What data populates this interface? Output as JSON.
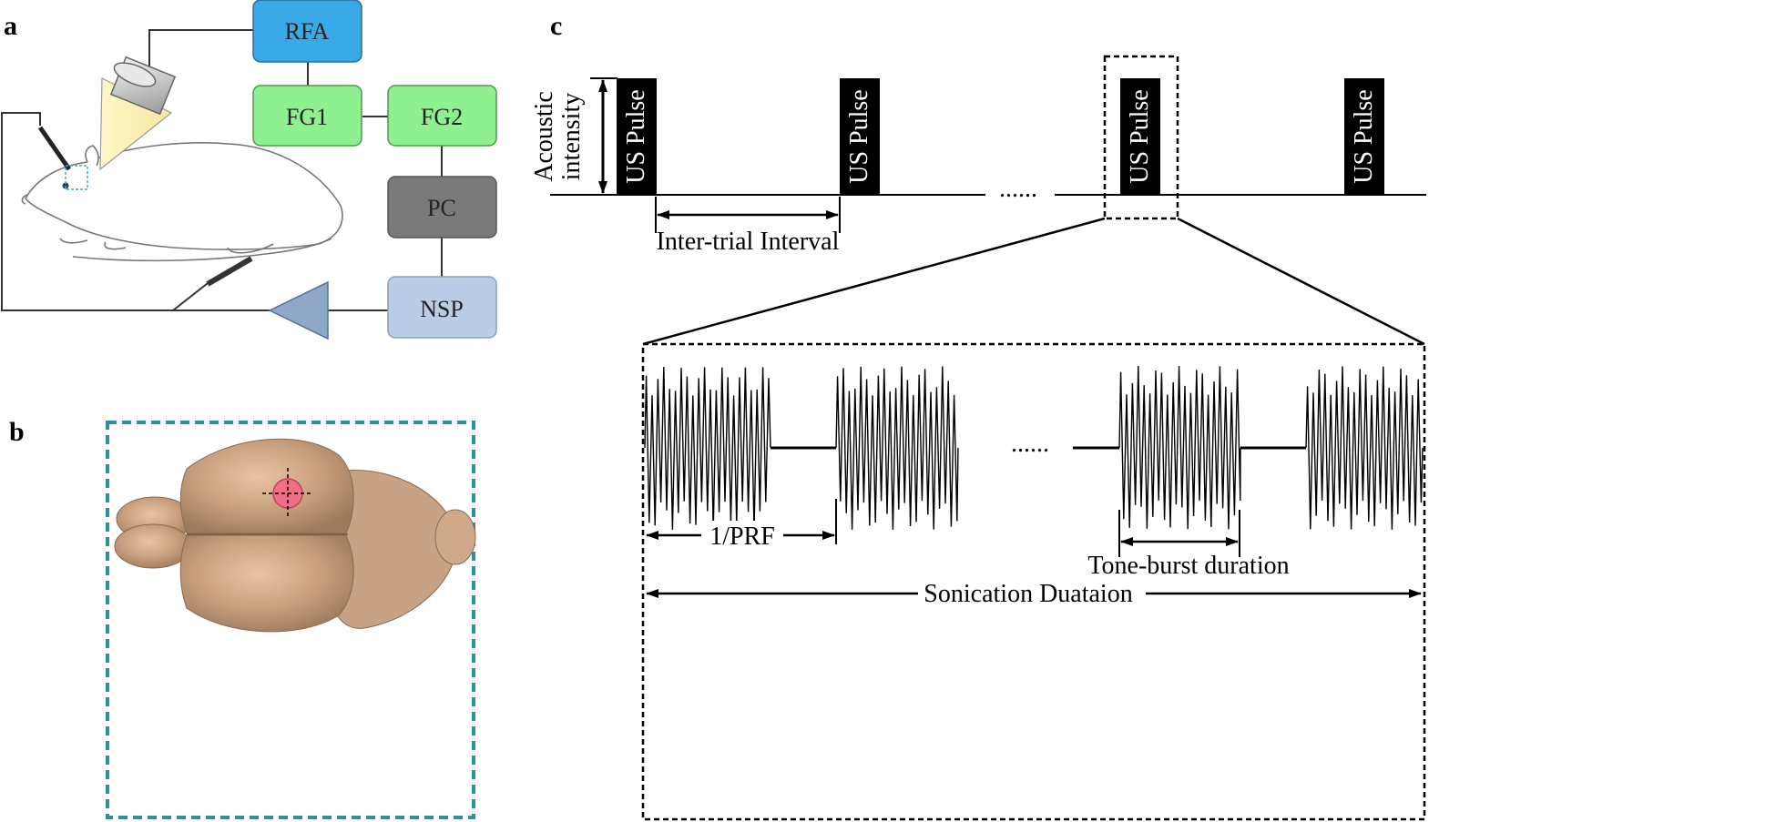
{
  "panels": {
    "a": "a",
    "b": "b",
    "c": "c"
  },
  "panel_a": {
    "boxes": {
      "rfa": {
        "label": "RFA",
        "color": "#3aa9e8"
      },
      "fg1": {
        "label": "FG1",
        "color": "#8ef08e"
      },
      "fg2": {
        "label": "FG2",
        "color": "#8ef08e"
      },
      "pc": {
        "label": "PC",
        "color": "#7a7a7a"
      },
      "nsp": {
        "label": "NSP",
        "color": "#b9cde6"
      }
    },
    "amplifier_color": "#8fa8c8",
    "wire_color": "#333333"
  },
  "panel_b": {
    "frame_color": "#2f8fa6",
    "target_color": "#f06f86"
  },
  "panel_c": {
    "pulse_label": "US Pulse",
    "y_axis_label_line1": "Acoustic",
    "y_axis_label_line2": "intensity",
    "ellipsis": "......",
    "inter_trial_interval": "Inter-trial Interval",
    "prf_label": "1/PRF",
    "tone_burst_label": "Tone-burst duration",
    "sonication_label": "Sonication Duataion",
    "pulse_color": "#000000"
  }
}
